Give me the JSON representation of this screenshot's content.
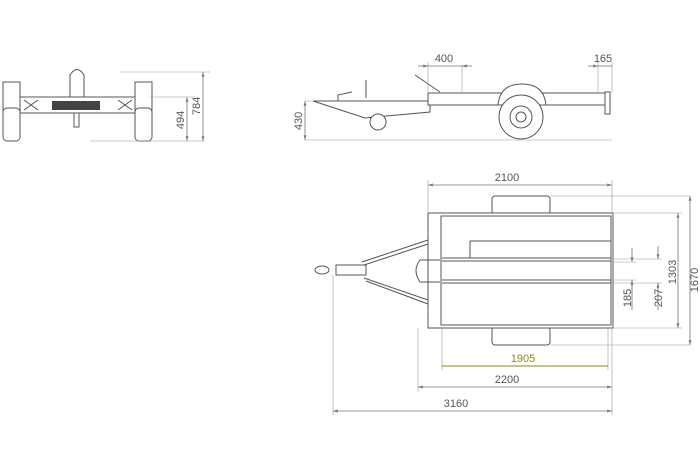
{
  "title": "Trailer dimension drawing",
  "front_view": {
    "height_frame": "494",
    "height_total": "784"
  },
  "side_view": {
    "drawbar_height": "430",
    "offset_front": "400",
    "offset_rear": "165"
  },
  "top_view": {
    "width_body": "2100",
    "width_total": "1670",
    "inner_width": "1303",
    "channel_outer": "207",
    "channel_inner": "185",
    "inner_length": "1905",
    "body_length": "2200",
    "total_length": "3160"
  },
  "colors": {
    "line": "#555555",
    "dimension": "#999999",
    "highlight": "#8a8a10"
  }
}
